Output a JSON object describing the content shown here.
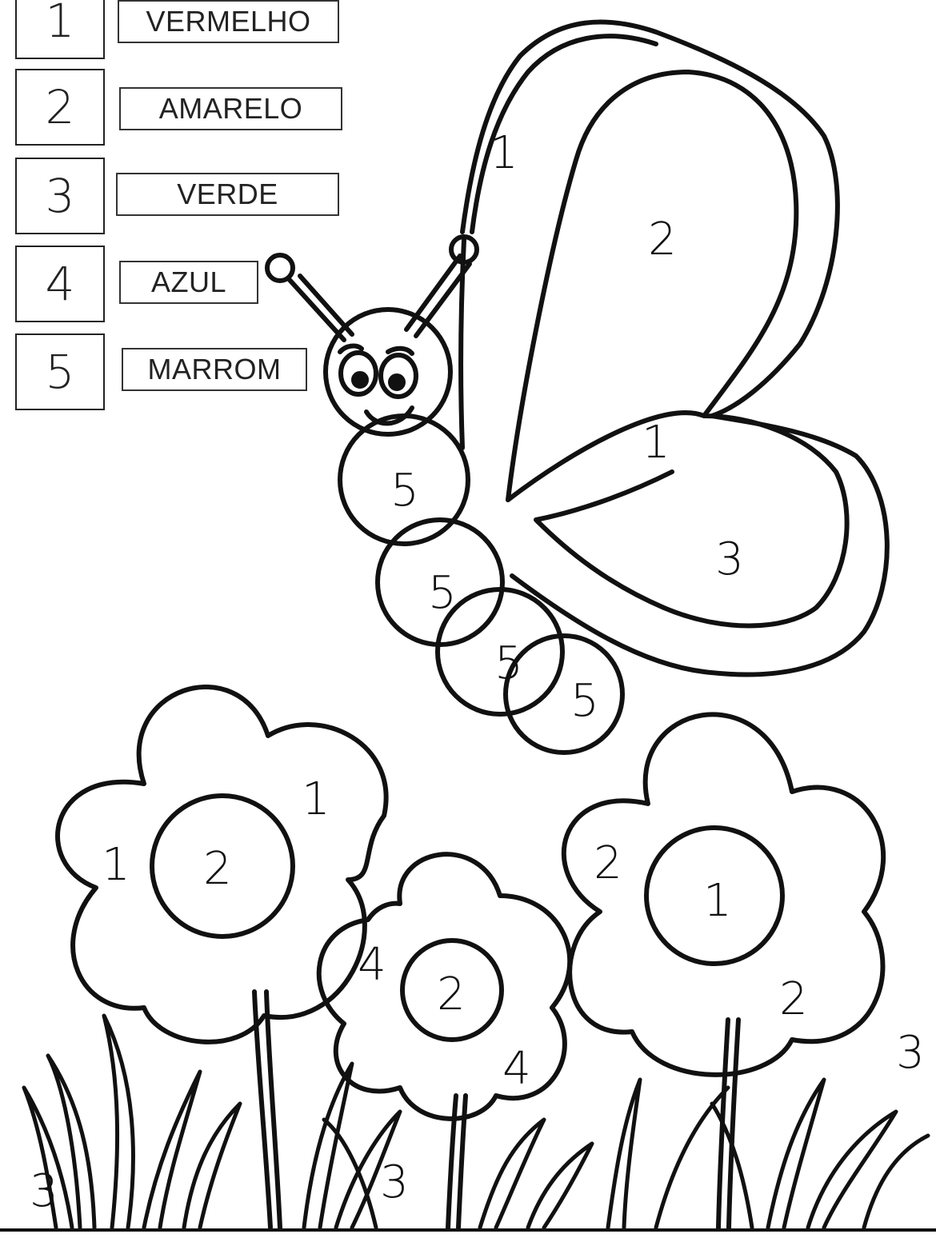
{
  "legend": [
    {
      "number": "1",
      "color": "VERMELHO"
    },
    {
      "number": "2",
      "color": "AMARELO"
    },
    {
      "number": "3",
      "color": "VERDE"
    },
    {
      "number": "4",
      "color": "AZUL"
    },
    {
      "number": "5",
      "color": "MARROM"
    }
  ],
  "regions": {
    "wing_outline_top": "1",
    "wing_upper": "2",
    "wing_outline_mid": "1",
    "wing_lower": "3",
    "body_seg_1": "5",
    "body_seg_2": "5",
    "body_seg_3": "5",
    "body_seg_4": "5",
    "left_flower_petal_a": "1",
    "left_flower_petal_b": "1",
    "left_flower_center": "2",
    "middle_flower_petal_a": "4",
    "middle_flower_petal_b": "4",
    "middle_flower_center": "2",
    "right_flower_petal_a": "2",
    "right_flower_petal_b": "2",
    "right_flower_center": "1",
    "grass_left": "3",
    "grass_middle": "3",
    "grass_right": "3"
  }
}
